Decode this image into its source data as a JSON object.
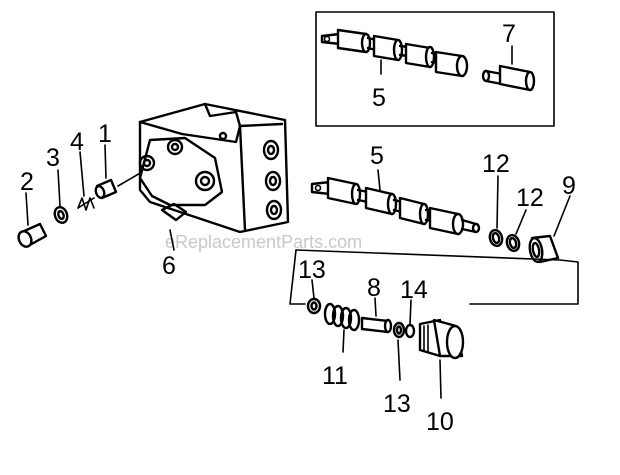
{
  "diagram": {
    "watermark": "eReplacementParts.com",
    "callouts": [
      {
        "id": "c2",
        "text": "2"
      },
      {
        "id": "c3",
        "text": "3"
      },
      {
        "id": "c4",
        "text": "4"
      },
      {
        "id": "c1",
        "text": "1"
      },
      {
        "id": "c6",
        "text": "6"
      },
      {
        "id": "c7",
        "text": "7"
      },
      {
        "id": "c5-top",
        "text": "5"
      },
      {
        "id": "c5",
        "text": "5"
      },
      {
        "id": "c12a",
        "text": "12"
      },
      {
        "id": "c12b",
        "text": "12"
      },
      {
        "id": "c9",
        "text": "9"
      },
      {
        "id": "c13a",
        "text": "13"
      },
      {
        "id": "c8",
        "text": "8"
      },
      {
        "id": "c14",
        "text": "14"
      },
      {
        "id": "c11",
        "text": "11"
      },
      {
        "id": "c13b",
        "text": "13"
      },
      {
        "id": "c10",
        "text": "10"
      }
    ]
  }
}
